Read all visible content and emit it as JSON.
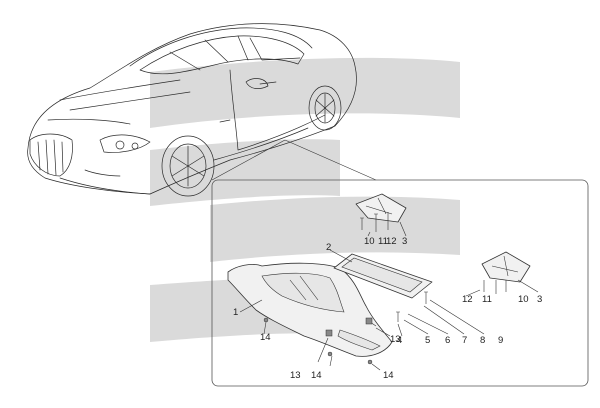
{
  "diagram": {
    "callouts": [
      {
        "id": "c1",
        "text": "1"
      },
      {
        "id": "c2",
        "text": "2"
      },
      {
        "id": "c3a",
        "text": "3"
      },
      {
        "id": "c3b",
        "text": "3"
      },
      {
        "id": "c4",
        "text": "4"
      },
      {
        "id": "c5",
        "text": "5"
      },
      {
        "id": "c6",
        "text": "6"
      },
      {
        "id": "c7",
        "text": "7"
      },
      {
        "id": "c8",
        "text": "8"
      },
      {
        "id": "c9",
        "text": "9"
      },
      {
        "id": "c10a",
        "text": "10"
      },
      {
        "id": "c10b",
        "text": "10"
      },
      {
        "id": "c11a",
        "text": "11"
      },
      {
        "id": "c11b",
        "text": "11"
      },
      {
        "id": "c12a",
        "text": "12"
      },
      {
        "id": "c12b",
        "text": "12"
      },
      {
        "id": "c13a",
        "text": "13"
      },
      {
        "id": "c13b",
        "text": "13"
      },
      {
        "id": "c14a",
        "text": "14"
      },
      {
        "id": "c14b",
        "text": "14"
      },
      {
        "id": "c14c",
        "text": "14"
      }
    ],
    "colors": {
      "watermark": "#d9d9d9",
      "line": "#333333",
      "part_fill": "#f1f1f1"
    }
  }
}
